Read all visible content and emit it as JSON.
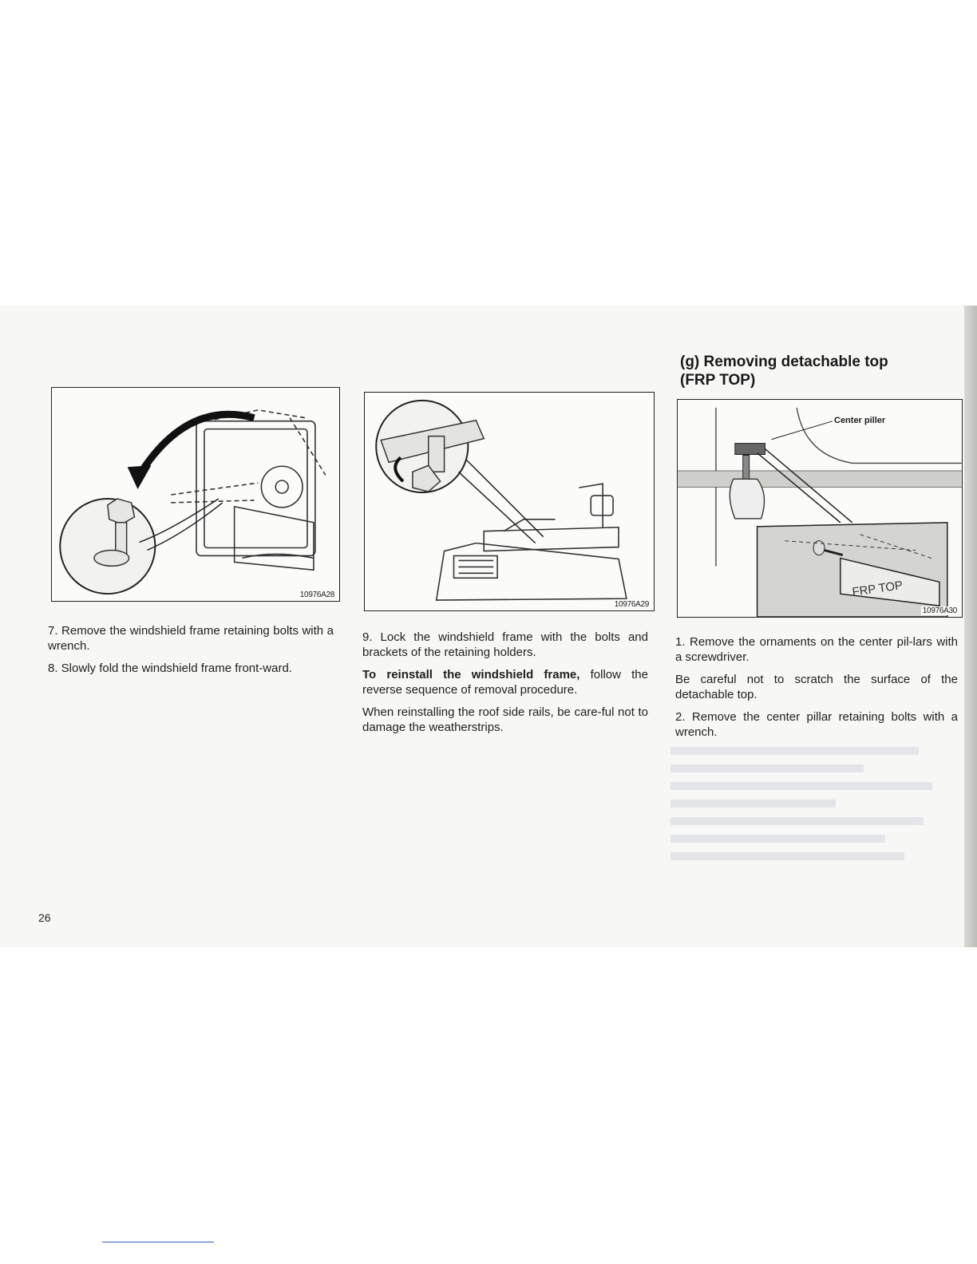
{
  "page_number": "26",
  "left_column": {
    "figure_code": "10976A28",
    "steps": [
      "7. Remove the windshield frame retaining bolts with a wrench.",
      "8. Slowly fold the windshield frame front-ward."
    ]
  },
  "middle_column": {
    "figure_code": "10976A29",
    "step": "9. Lock the windshield frame with the bolts and brackets of the retaining holders.",
    "reinstall_bold": "To reinstall the windshield frame,",
    "reinstall_rest": " follow the reverse sequence of removal procedure.",
    "note": "When reinstalling the roof side rails, be care-ful not to damage the weatherstrips."
  },
  "right_column": {
    "title_line1": "(g) Removing detachable top",
    "title_line2": "(FRP TOP)",
    "figure_code": "10976A30",
    "callout_label": "Center piller",
    "panel_label": "FRP TOP",
    "steps": [
      "1. Remove the ornaments on the center pil-lars with a screwdriver.",
      "Be careful not to scratch the surface of the detachable top.",
      "2. Remove the center pillar retaining bolts with a wrench."
    ]
  }
}
